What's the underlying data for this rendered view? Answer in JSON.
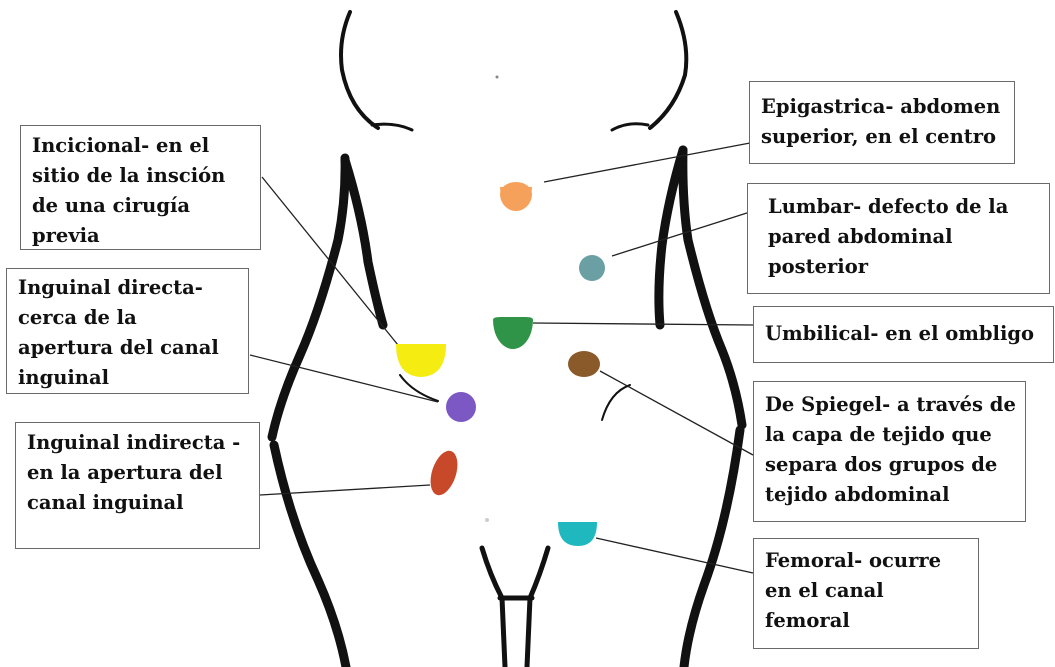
{
  "labels": {
    "incisional": "Incicional- en el\nsitio de la insción\nde una cirugía\nprevia",
    "inguinal_directa": "Inguinal directa-\ncerca de la\napertura del canal\ninguinal",
    "inguinal_indirecta": "Inguinal indirecta -\nen la apertura del\ncanal inguinal",
    "epigastrica": "Epigastrica- abdomen\nsuperior, en el centro",
    "lumbar": "Lumbar- defecto de la\npared abdominal\nposterior",
    "umbilical": "Umbilical- en el ombligo",
    "spiegel": "De Spiegel- a través de\nla capa de tejido que\nsepara dos grupos de\ntejido abdominal",
    "femoral": "Femoral- ocurre\nen el canal\nfemoral"
  },
  "marker_colors": {
    "epigastrica": "#f5a15c",
    "lumbar": "#6a9fa4",
    "umbilical": "#2f9447",
    "spiegel": "#8a5a2b",
    "incisional": "#f5ec12",
    "inguinal_directa": "#7b58c4",
    "inguinal_indirecta": "#c8482a",
    "femoral": "#20b8bf"
  }
}
